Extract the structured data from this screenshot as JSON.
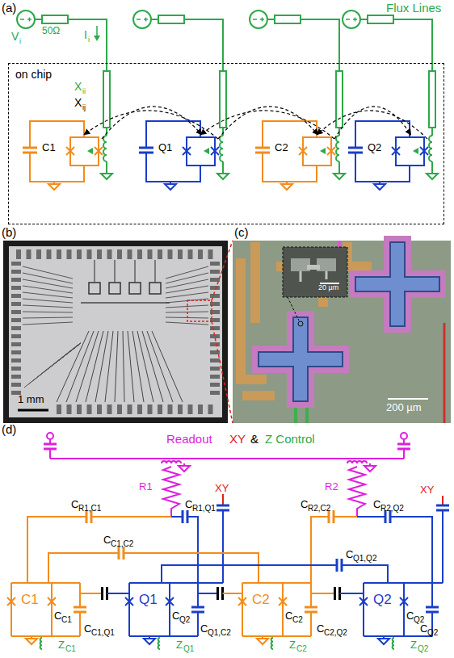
{
  "diagram": {
    "nodes": [
      {
        "text": [
          "on chip"
        ]
      },
      {
        "text": [
          "1 mm"
        ]
      },
      {
        "text": [
          "200 µm"
        ]
      },
      {
        "text": [
          "20 µm"
        ],
        "in": 2
      }
    ],
    "edges": [
      {
        "from": 1,
        "to": 2,
        "arrow": "none"
      },
      {
        "from": 1,
        "to": 2,
        "arrow": "none"
      }
    ],
    "labels": [
      "(a)",
      "Flux Lines",
      "V",
      "i",
      "50Ω",
      "I",
      "i",
      "X",
      "ii",
      "X",
      "ij",
      "C1",
      "Q1",
      "C2",
      "Q2",
      "(b)",
      "(c)",
      "(d)",
      "Readout",
      "XY",
      "&",
      "Z Control",
      "R1",
      "R2",
      "XY",
      "XY",
      "C",
      "R1,C1",
      "C",
      "R1,Q1",
      "C",
      "C1,C2",
      "C",
      "R2,C2",
      "C",
      "R2,Q2",
      "C",
      "C1",
      "C",
      "Q2",
      "C",
      "Q1,Q2",
      "C",
      "C2",
      "C",
      "Q2",
      "C",
      "C1,Q1",
      "C",
      "Q1,C2",
      "C",
      "C2,Q2",
      "C",
      "Q2",
      "C1",
      "Q1",
      "C2",
      "Q2",
      "Z",
      "C1",
      "Z",
      "Q1",
      "Z",
      "C2",
      "Z",
      "Q2"
    ]
  }
}
